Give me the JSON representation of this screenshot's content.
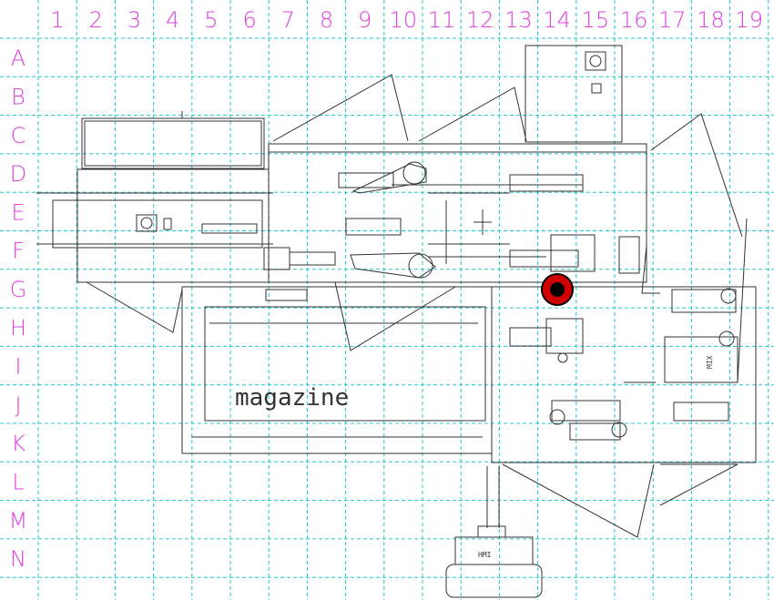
{
  "grid": {
    "columns": [
      "1",
      "2",
      "3",
      "4",
      "5",
      "6",
      "7",
      "8",
      "9",
      "10",
      "11",
      "12",
      "13",
      "14",
      "15",
      "16",
      "17",
      "18",
      "19"
    ],
    "rows": [
      "A",
      "B",
      "C",
      "D",
      "E",
      "F",
      "G",
      "H",
      "I",
      "J",
      "K",
      "L",
      "M",
      "N"
    ],
    "label_color": "#e040e0",
    "line_color": "#20c8c8"
  },
  "drawing": {
    "line_color": "#333333",
    "marker_color": "#d00000",
    "labels": {
      "magazine": "magazine",
      "hmi": "HMI",
      "mix": "MIX"
    }
  }
}
